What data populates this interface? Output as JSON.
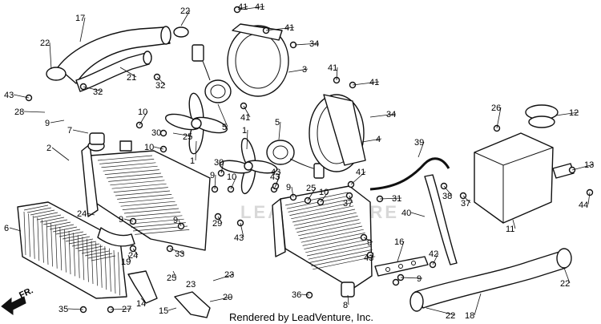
{
  "diagram": {
    "credit": "Rendered by LeadVenture, Inc.",
    "watermark": "LEADVENTURE",
    "front_arrow": "FR.",
    "callouts": [
      {
        "id": "c17a",
        "label": "17"
      },
      {
        "id": "c22a",
        "label": "22"
      },
      {
        "id": "c41a",
        "label": "41"
      },
      {
        "id": "c41b",
        "label": "41"
      },
      {
        "id": "c22b",
        "label": "22"
      },
      {
        "id": "c34a",
        "label": "34"
      },
      {
        "id": "c3",
        "label": "3"
      },
      {
        "id": "c21",
        "label": "21"
      },
      {
        "id": "c32a",
        "label": "32"
      },
      {
        "id": "c43a",
        "label": "43"
      },
      {
        "id": "c32b",
        "label": "32"
      },
      {
        "id": "c28",
        "label": "28"
      },
      {
        "id": "c9a",
        "label": "9"
      },
      {
        "id": "c10a",
        "label": "10"
      },
      {
        "id": "c7",
        "label": "7"
      },
      {
        "id": "c30a",
        "label": "30"
      },
      {
        "id": "c25a",
        "label": "25"
      },
      {
        "id": "c2",
        "label": "2"
      },
      {
        "id": "c10b",
        "label": "10"
      },
      {
        "id": "c5a",
        "label": "5"
      },
      {
        "id": "c41c",
        "label": "41"
      },
      {
        "id": "c41d",
        "label": "41"
      },
      {
        "id": "c41e",
        "label": "41"
      },
      {
        "id": "c41f",
        "label": "41"
      },
      {
        "id": "c1a",
        "label": "1"
      },
      {
        "id": "c1b",
        "label": "1"
      },
      {
        "id": "c5b",
        "label": "5"
      },
      {
        "id": "c34b",
        "label": "34"
      },
      {
        "id": "c4",
        "label": "4"
      },
      {
        "id": "c26",
        "label": "26"
      },
      {
        "id": "c12",
        "label": "12"
      },
      {
        "id": "c39",
        "label": "39"
      },
      {
        "id": "c30b",
        "label": "30"
      },
      {
        "id": "c9b",
        "label": "9"
      },
      {
        "id": "c10c",
        "label": "10"
      },
      {
        "id": "c43b",
        "label": "43"
      },
      {
        "id": "c9c",
        "label": "9"
      },
      {
        "id": "c10d",
        "label": "10"
      },
      {
        "id": "c41g",
        "label": "41"
      },
      {
        "id": "c25b",
        "label": "25"
      },
      {
        "id": "c31",
        "label": "31"
      },
      {
        "id": "c38",
        "label": "38"
      },
      {
        "id": "c37a",
        "label": "37"
      },
      {
        "id": "c37b",
        "label": "37"
      },
      {
        "id": "c40",
        "label": "40"
      },
      {
        "id": "c13",
        "label": "13"
      },
      {
        "id": "c44",
        "label": "44"
      },
      {
        "id": "c43c",
        "label": "43"
      },
      {
        "id": "c11",
        "label": "11"
      },
      {
        "id": "c24a",
        "label": "24"
      },
      {
        "id": "c9d",
        "label": "9"
      },
      {
        "id": "c9e",
        "label": "9"
      },
      {
        "id": "c6",
        "label": "6"
      },
      {
        "id": "c29",
        "label": "29"
      },
      {
        "id": "c43d",
        "label": "43"
      },
      {
        "id": "c24b",
        "label": "24"
      },
      {
        "id": "c33",
        "label": "33"
      },
      {
        "id": "c19",
        "label": "19"
      },
      {
        "id": "c25c",
        "label": "25"
      },
      {
        "id": "c23a",
        "label": "23"
      },
      {
        "id": "c23b",
        "label": "23"
      },
      {
        "id": "c14",
        "label": "14"
      },
      {
        "id": "c20",
        "label": "20"
      },
      {
        "id": "c16",
        "label": "16"
      },
      {
        "id": "c9f",
        "label": "9"
      },
      {
        "id": "c43e",
        "label": "43"
      },
      {
        "id": "c42",
        "label": "42"
      },
      {
        "id": "c9g",
        "label": "9"
      },
      {
        "id": "c36",
        "label": "36"
      },
      {
        "id": "c8",
        "label": "8"
      },
      {
        "id": "c22c",
        "label": "22"
      },
      {
        "id": "c22d",
        "label": "22"
      },
      {
        "id": "c18",
        "label": "18"
      },
      {
        "id": "c35",
        "label": "35"
      },
      {
        "id": "c27",
        "label": "27"
      },
      {
        "id": "c15",
        "label": "15"
      }
    ]
  }
}
